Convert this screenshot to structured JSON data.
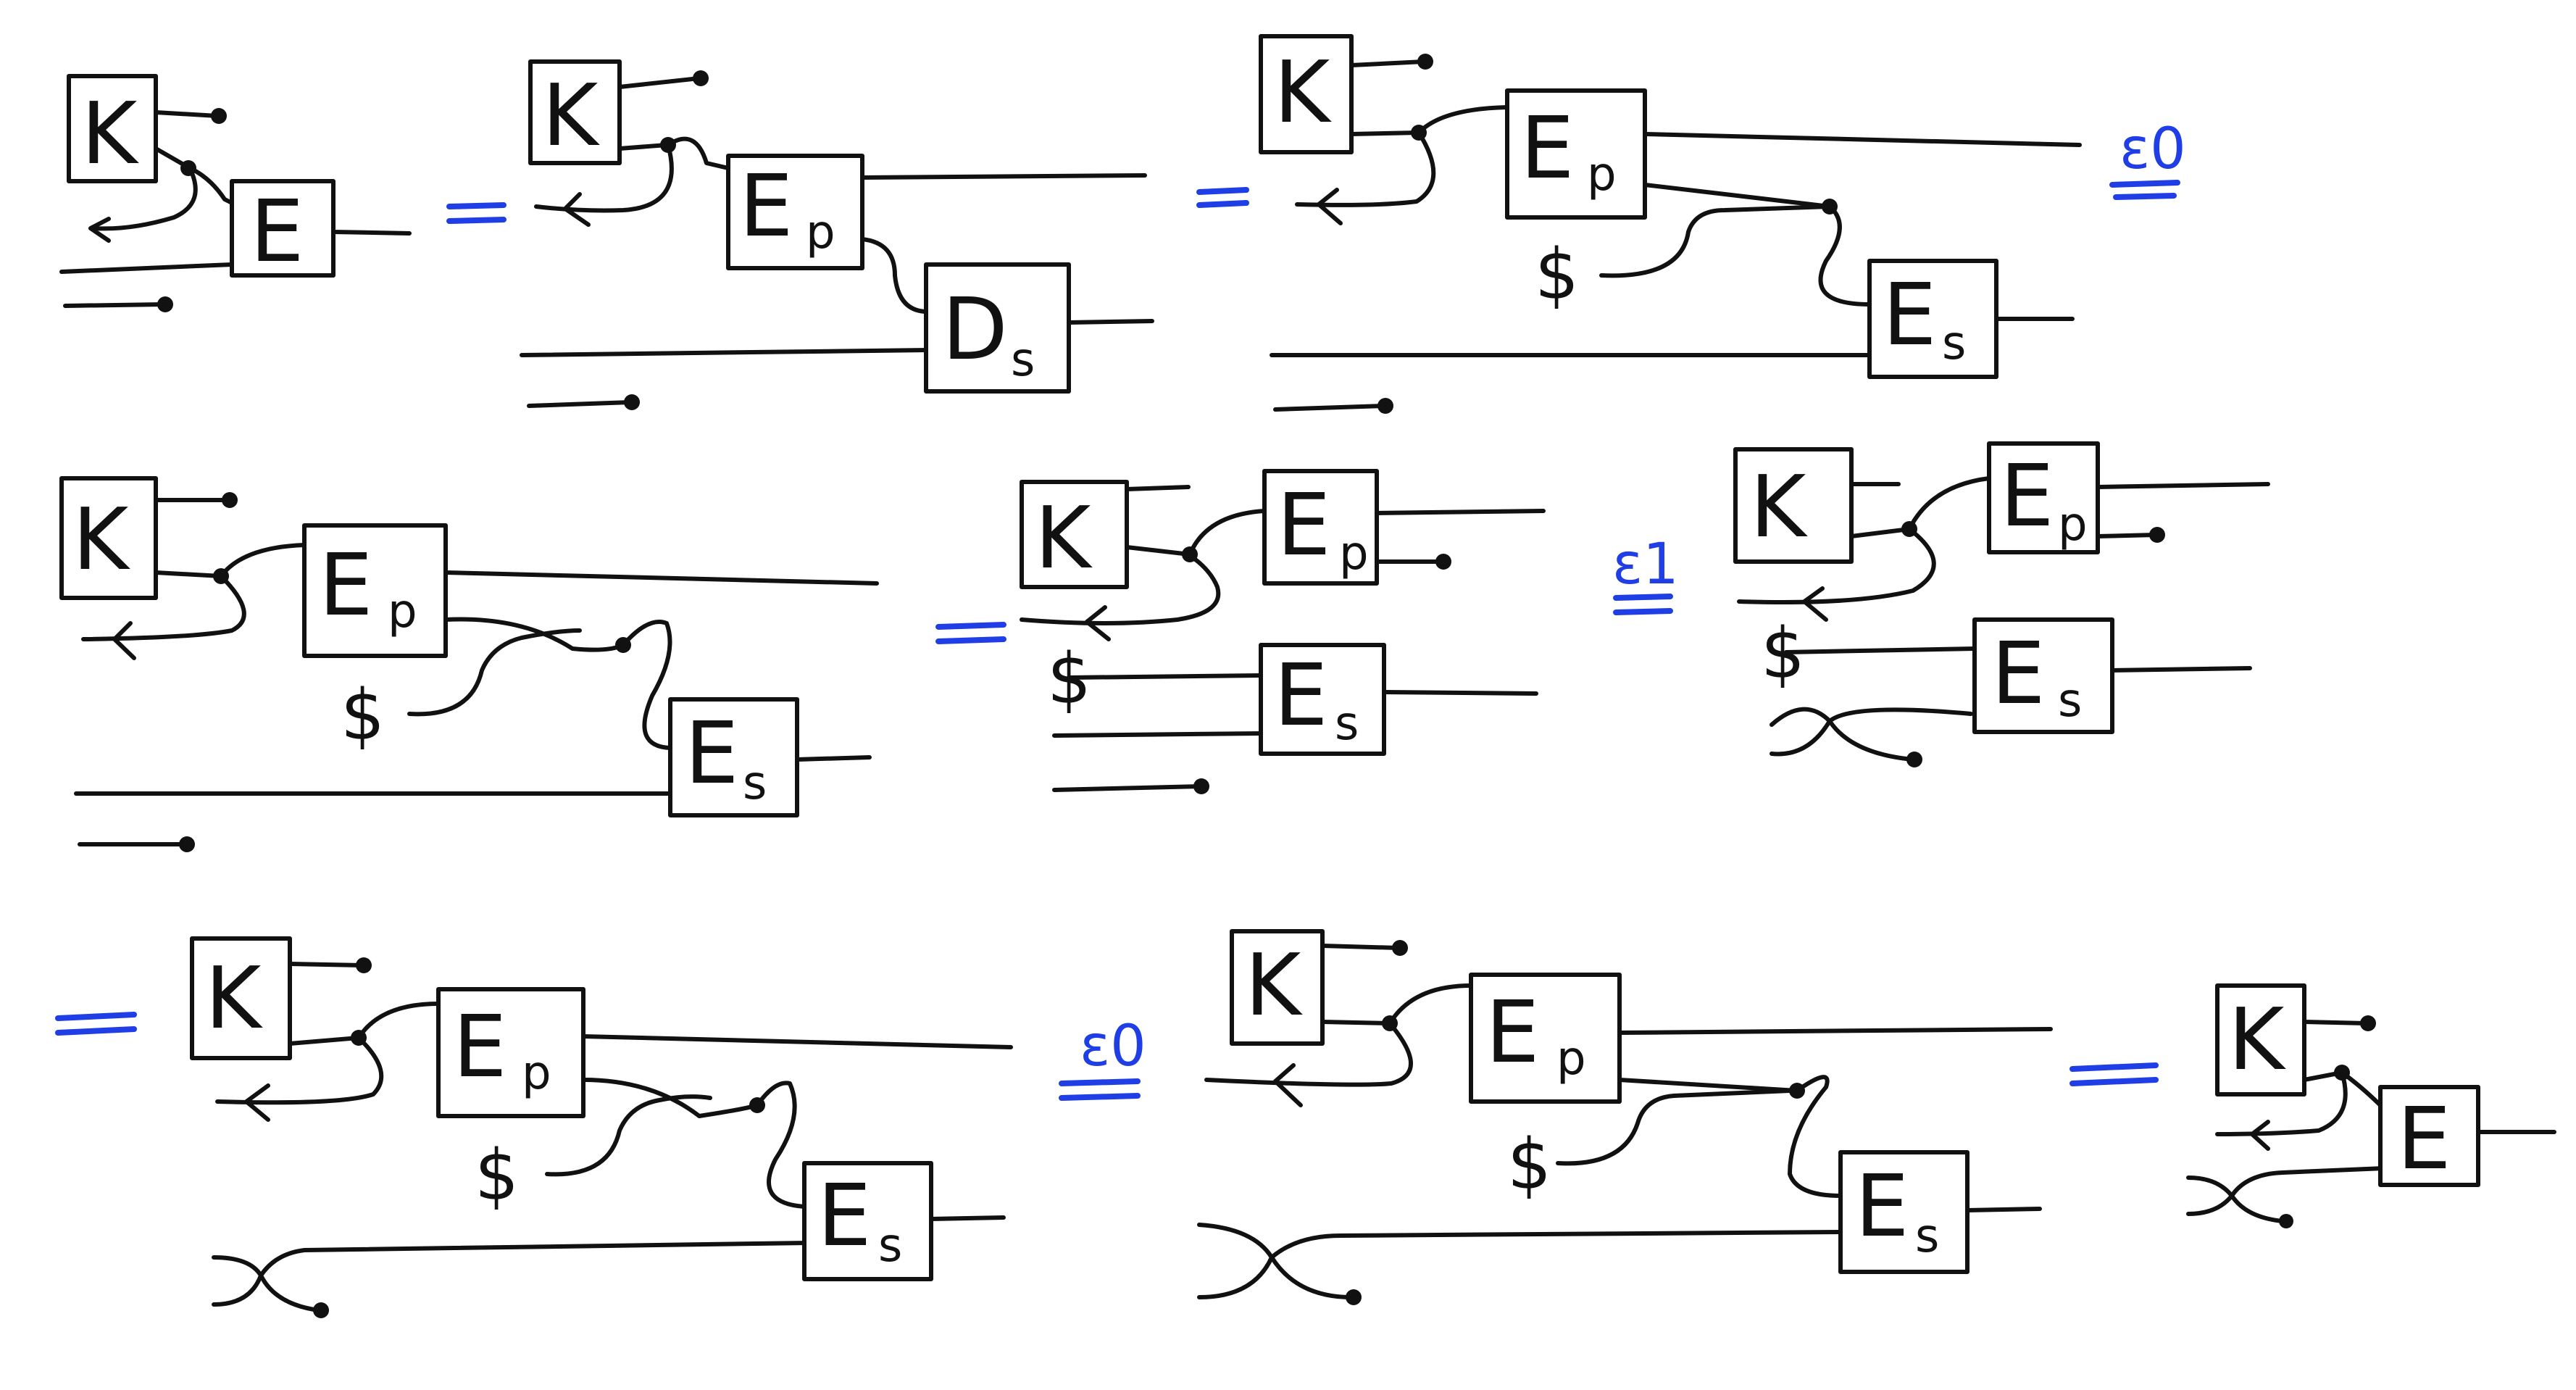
{
  "labels": {
    "key": "K",
    "enc": "E",
    "enc_p": "E",
    "enc_p_sub": "p",
    "enc_s": "E",
    "enc_s_sub": "s",
    "dec_s": "D",
    "dec_s_sub": "s",
    "random": "$"
  },
  "relations": {
    "eq": "=",
    "eps0": "ε0",
    "eps1": "ε1"
  },
  "colors": {
    "ink": "#111111",
    "relation": "#1f3ee6"
  }
}
